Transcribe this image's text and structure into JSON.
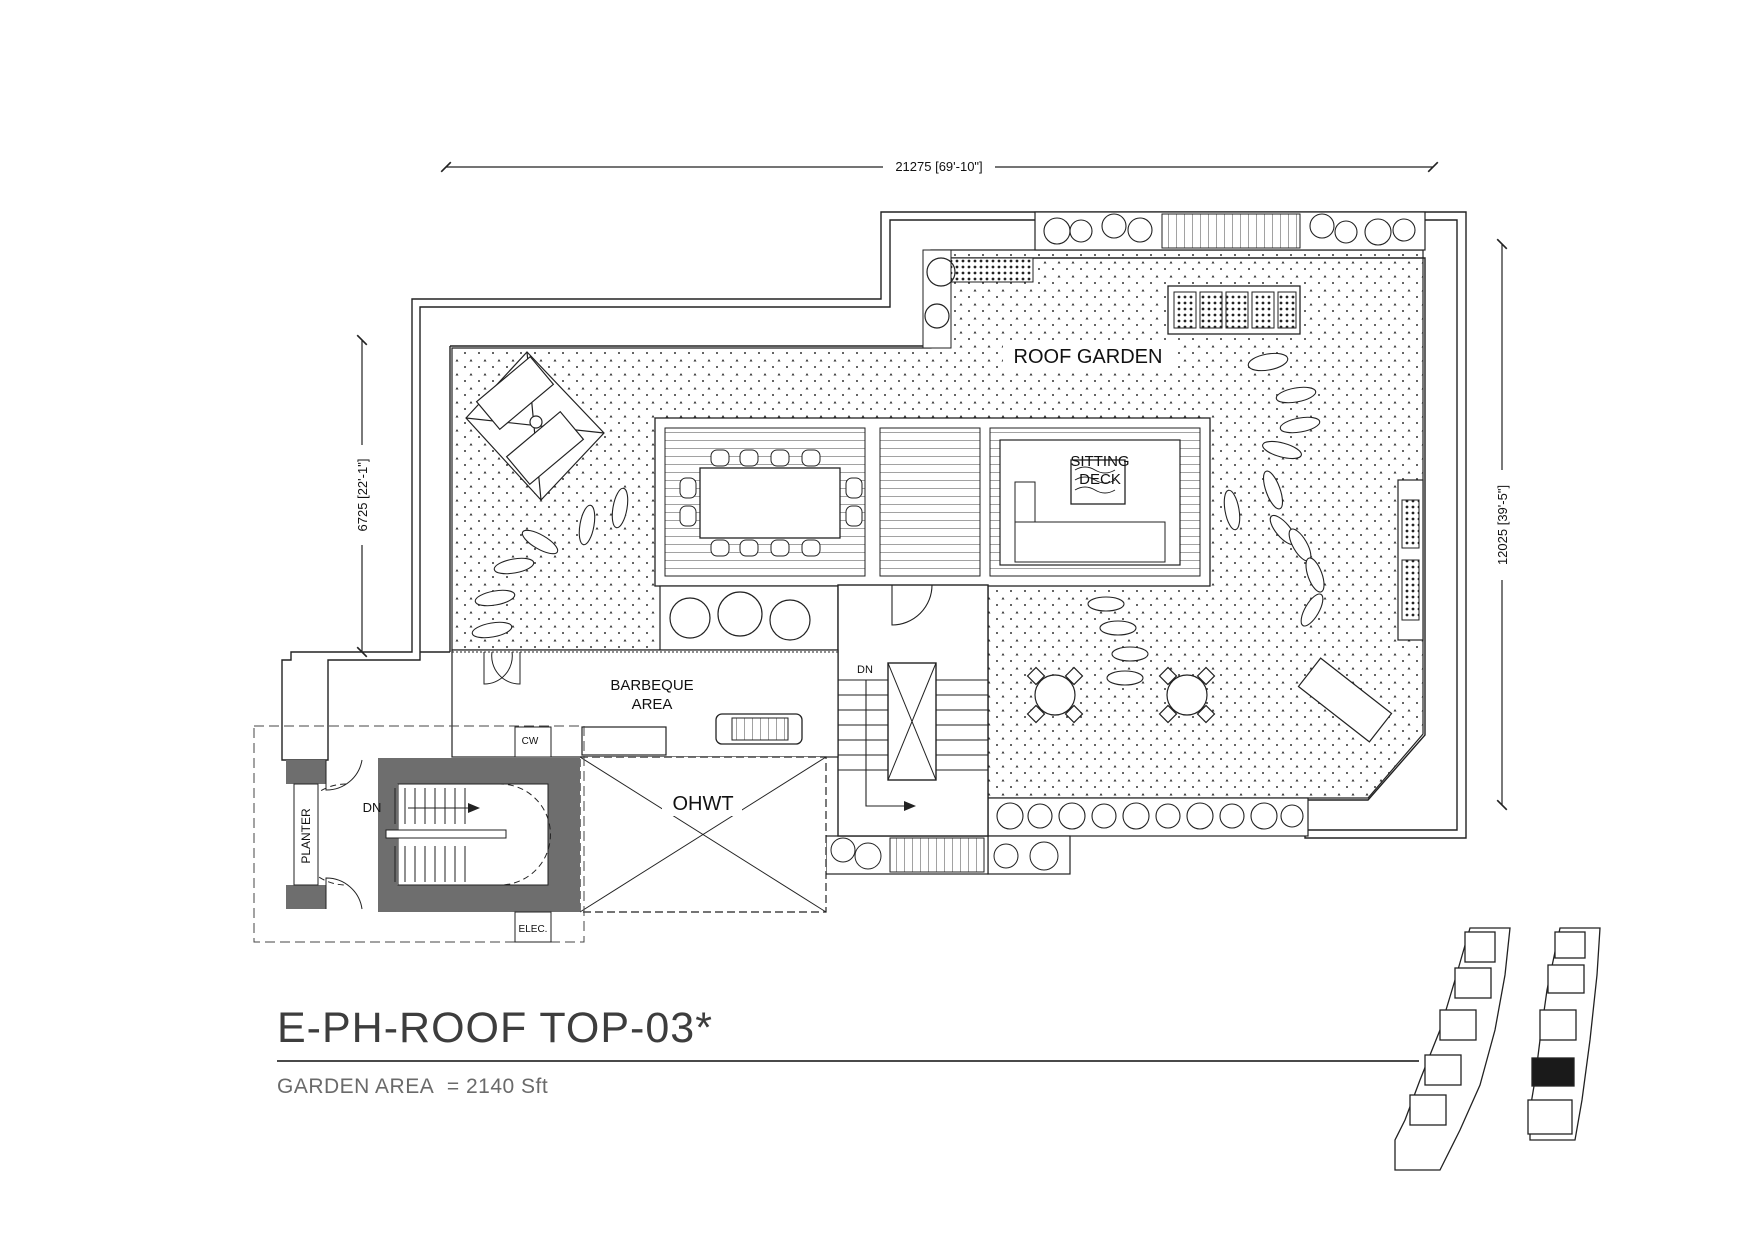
{
  "drawing": {
    "title": "E-PH-ROOF TOP-03*",
    "garden_area_label": "GARDEN AREA",
    "garden_area_value": "= 2140 Sft"
  },
  "dimensions": {
    "width": "21275 [69'-10\"]",
    "left_height": "6725 [22'-1\"]",
    "right_height": "12025 [39'-5\"]"
  },
  "rooms": {
    "roof_garden": "ROOF GARDEN",
    "sitting_deck_1": "SITTING",
    "sitting_deck_2": "DECK",
    "barbeque_1": "BARBEQUE",
    "barbeque_2": "AREA",
    "ohwt": "OHWT",
    "planter": "PLANTER",
    "dn_stair_left": "DN",
    "dn_stair_right": "DN",
    "cw": "CW",
    "elec": "ELEC."
  },
  "key_plan": {
    "highlighted_unit_color": "#1a1a1a"
  },
  "colors": {
    "line": "#222222",
    "wall_fill": "#6e6e6e",
    "title": "#3d3d3d"
  }
}
